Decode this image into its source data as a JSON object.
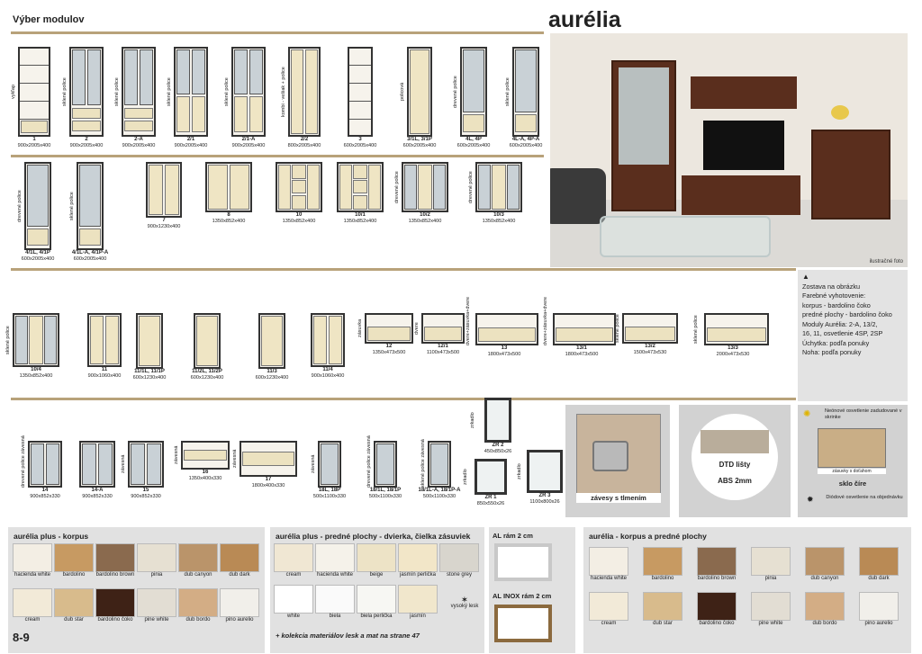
{
  "header": {
    "title": "Výber modulov",
    "brand": "aurélia"
  },
  "row1": [
    {
      "code": "1",
      "dim": "900x2005x400",
      "vlabel": "vykľap",
      "type": "open"
    },
    {
      "code": "2",
      "dim": "900x2005x400",
      "vlabel": "sklené police",
      "type": "glass2"
    },
    {
      "code": "2-A",
      "dim": "900x2005x400",
      "vlabel": "sklené police",
      "type": "glass2"
    },
    {
      "code": "2/1",
      "dim": "900x2005x400",
      "vlabel": "sklené police",
      "type": "glass2c"
    },
    {
      "code": "2/1-A",
      "dim": "900x2005x400",
      "vlabel": "sklené police",
      "type": "glass2c"
    },
    {
      "code": "2/2",
      "dim": "800x2005x400",
      "vlabel": "kombi - vešiak + police",
      "type": "cream2"
    },
    {
      "code": "3",
      "dim": "600x2005x400",
      "vlabel": "",
      "type": "open1"
    },
    {
      "code": "3/1L, 3/1P",
      "dim": "600x2005x400",
      "vlabel": "policová",
      "type": "cream1"
    },
    {
      "code": "4L, 4P",
      "dim": "600x2005x400",
      "vlabel": "drevené police",
      "type": "glass1"
    },
    {
      "code": "4L-A, 4P-A",
      "dim": "600x2005x400",
      "vlabel": "sklené police",
      "type": "glass1"
    }
  ],
  "row2": [
    {
      "code": "4/1L, 4/1P",
      "dim": "600x2005x400",
      "vlabel": "drevené police",
      "type": "glass1"
    },
    {
      "code": "4/1L-A, 4/1P-A",
      "dim": "600x2005x400",
      "vlabel": "sklené police",
      "type": "glass1"
    },
    {
      "code": "7",
      "dim": "900x1230x400",
      "vlabel": "",
      "type": "mid"
    },
    {
      "code": "8",
      "dim": "1350x852x400",
      "vlabel": "",
      "type": "side2"
    },
    {
      "code": "10",
      "dim": "1350x852x400",
      "vlabel": "",
      "type": "side3"
    },
    {
      "code": "10/1",
      "dim": "1350x852x400",
      "vlabel": "",
      "type": "side3"
    },
    {
      "code": "10/2",
      "dim": "1350x852x400",
      "vlabel": "drevené police",
      "type": "sideg"
    },
    {
      "code": "10/3",
      "dim": "1350x852x400",
      "vlabel": "drevené police",
      "type": "sideg"
    }
  ],
  "row3": [
    {
      "code": "10/4",
      "dim": "1350x852x400",
      "vlabel": "sklené police",
      "type": "sideg"
    },
    {
      "code": "11",
      "dim": "900x1060x400",
      "vlabel": "",
      "type": "mid"
    },
    {
      "code": "11/1L, 11/1P",
      "dim": "600x1230x400",
      "vlabel": "",
      "type": "midn"
    },
    {
      "code": "11/2L, 11/2P",
      "dim": "600x1230x400",
      "vlabel": "",
      "type": "midn"
    },
    {
      "code": "11/3",
      "dim": "600x1230x400",
      "vlabel": "",
      "type": "midn"
    },
    {
      "code": "11/4",
      "dim": "900x1060x400",
      "vlabel": "",
      "type": "mid"
    },
    {
      "code": "12",
      "dim": "1350x473x500",
      "vlabel": "zásuvka",
      "type": "tv"
    },
    {
      "code": "12/1",
      "dim": "1100x473x500",
      "vlabel": "dvere",
      "type": "tv"
    },
    {
      "code": "13",
      "dim": "1800x473x500",
      "vlabel": "dvere+zásuvka+dvere",
      "type": "tv"
    },
    {
      "code": "13/1",
      "dim": "1800x473x500",
      "vlabel": "dvere+zásuvka+dvere",
      "type": "tv"
    },
    {
      "code": "13/2",
      "dim": "1500x473x530",
      "vlabel": "sklené police",
      "type": "tv"
    },
    {
      "code": "13/3",
      "dim": "2000x473x530",
      "vlabel": "sklené police",
      "type": "tv"
    }
  ],
  "row4": [
    {
      "code": "14",
      "dim": "900x852x330",
      "vlabel": "drevené police závesná",
      "type": "hang"
    },
    {
      "code": "14-A",
      "dim": "900x852x330",
      "vlabel": "",
      "type": "hang"
    },
    {
      "code": "15",
      "dim": "900x852x330",
      "vlabel": "závesná",
      "type": "hang"
    },
    {
      "code": "16",
      "dim": "1350x400x330",
      "vlabel": "závesná",
      "type": "shelf"
    },
    {
      "code": "17",
      "dim": "1800x400x330",
      "vlabel": "závesná",
      "type": "shelf"
    },
    {
      "code": "18L, 18P",
      "dim": "500x1100x330",
      "vlabel": "závesná",
      "type": "tall"
    },
    {
      "code": "18/1L, 18/1P",
      "dim": "500x1100x330",
      "vlabel": "drevené police závesná",
      "type": "tall"
    },
    {
      "code": "18/1L-A, 18/1P-A",
      "dim": "500x1100x330",
      "vlabel": "sklené police závesná",
      "type": "tall"
    }
  ],
  "mirrors": [
    {
      "code": "ZR 2",
      "dim": "450x850x26",
      "vlabel": "zrkadlo"
    },
    {
      "code": "ZR 1",
      "dim": "850x550x26",
      "vlabel": "zrkadlo"
    },
    {
      "code": "ZR 3",
      "dim": "1100x800x26",
      "vlabel": "zrkadlo"
    }
  ],
  "photo": {
    "caption": "ilustračné foto"
  },
  "info": {
    "lines": [
      "Zostava na obrázku",
      "Farebné vyhotovenie:",
      "korpus - bardolino čoko",
      "predné plochy - bardolino čoko",
      "Moduly Aurélia: 2-A, 13/2,",
      "16, 11, osvetlenie 4SP, 2SP",
      "Úchytka: podľa ponuky",
      "Noha: podľa ponuky"
    ]
  },
  "features": {
    "hinge": "závesy s tlmením",
    "dtd1": "DTD lišty",
    "dtd2": "ABS 2mm",
    "neon": "Neónové osvetlenie zadudované v skrinke",
    "drawer": "zásuvky s doťahom",
    "glass": "sklo číre",
    "diode": "Diódové osvetlenie na objednávku"
  },
  "panels": {
    "plus_korpus": {
      "title": "aurélia plus - korpus",
      "items": [
        {
          "name": "hacienda white",
          "color": "#f3eee4"
        },
        {
          "name": "bardolino",
          "color": "#c79a62"
        },
        {
          "name": "bardolino brown",
          "color": "#8a6a4e"
        },
        {
          "name": "pinia",
          "color": "#e6e0d2"
        },
        {
          "name": "dub canyon",
          "color": "#ba946a"
        },
        {
          "name": "dub dark",
          "color": "#b98a55"
        },
        {
          "name": "cream",
          "color": "#f2ead8"
        },
        {
          "name": "dub star",
          "color": "#d8bb8c"
        },
        {
          "name": "bardolino čoko",
          "color": "#3e2216"
        },
        {
          "name": "pine white",
          "color": "#e2ddd3"
        },
        {
          "name": "dub bordo",
          "color": "#d3ad85"
        },
        {
          "name": "pino aurelio",
          "color": "#f1efea"
        }
      ]
    },
    "plus_predne": {
      "title": "aurélia plus - predné plochy - dvierka, čielka zásuviek",
      "items": [
        {
          "name": "cream",
          "color": "#f0e7d3"
        },
        {
          "name": "hacienda white",
          "color": "#f5f2ea"
        },
        {
          "name": "beige",
          "color": "#ede3c6"
        },
        {
          "name": "jasmín perlička",
          "color": "#f2e6c8"
        },
        {
          "name": "stone grey",
          "color": "#d8d5cd"
        },
        {
          "name": "white",
          "color": "#ffffff"
        },
        {
          "name": "biela",
          "color": "#fafafa"
        },
        {
          "name": "biela perlička",
          "color": "#f7f7f3"
        },
        {
          "name": "jasmín",
          "color": "#f1e7cc"
        }
      ],
      "gloss": "vysoký lesk",
      "note": "+ kolekcia materiálov lesk a mat na strane 47"
    },
    "frames": {
      "al": "AL rám 2 cm",
      "inox": "AL INOX rám 2 cm"
    },
    "korpus_predne": {
      "title": "aurélia - korpus a predné plochy",
      "items": [
        {
          "name": "hacienda white",
          "color": "#f3eee4"
        },
        {
          "name": "bardolino",
          "color": "#c79a62"
        },
        {
          "name": "bardolino brown",
          "color": "#8a6a4e"
        },
        {
          "name": "pinia",
          "color": "#e6e0d2"
        },
        {
          "name": "dub canyon",
          "color": "#ba946a"
        },
        {
          "name": "dub dark",
          "color": "#b98a55"
        },
        {
          "name": "cream",
          "color": "#f2ead8"
        },
        {
          "name": "dub star",
          "color": "#d8bb8c"
        },
        {
          "name": "bardolino čoko",
          "color": "#3e2216"
        },
        {
          "name": "pine white",
          "color": "#e2ddd3"
        },
        {
          "name": "dub bordo",
          "color": "#d3ad85"
        },
        {
          "name": "pino aurelio",
          "color": "#f1efea"
        }
      ]
    }
  },
  "page_number": "8-9"
}
